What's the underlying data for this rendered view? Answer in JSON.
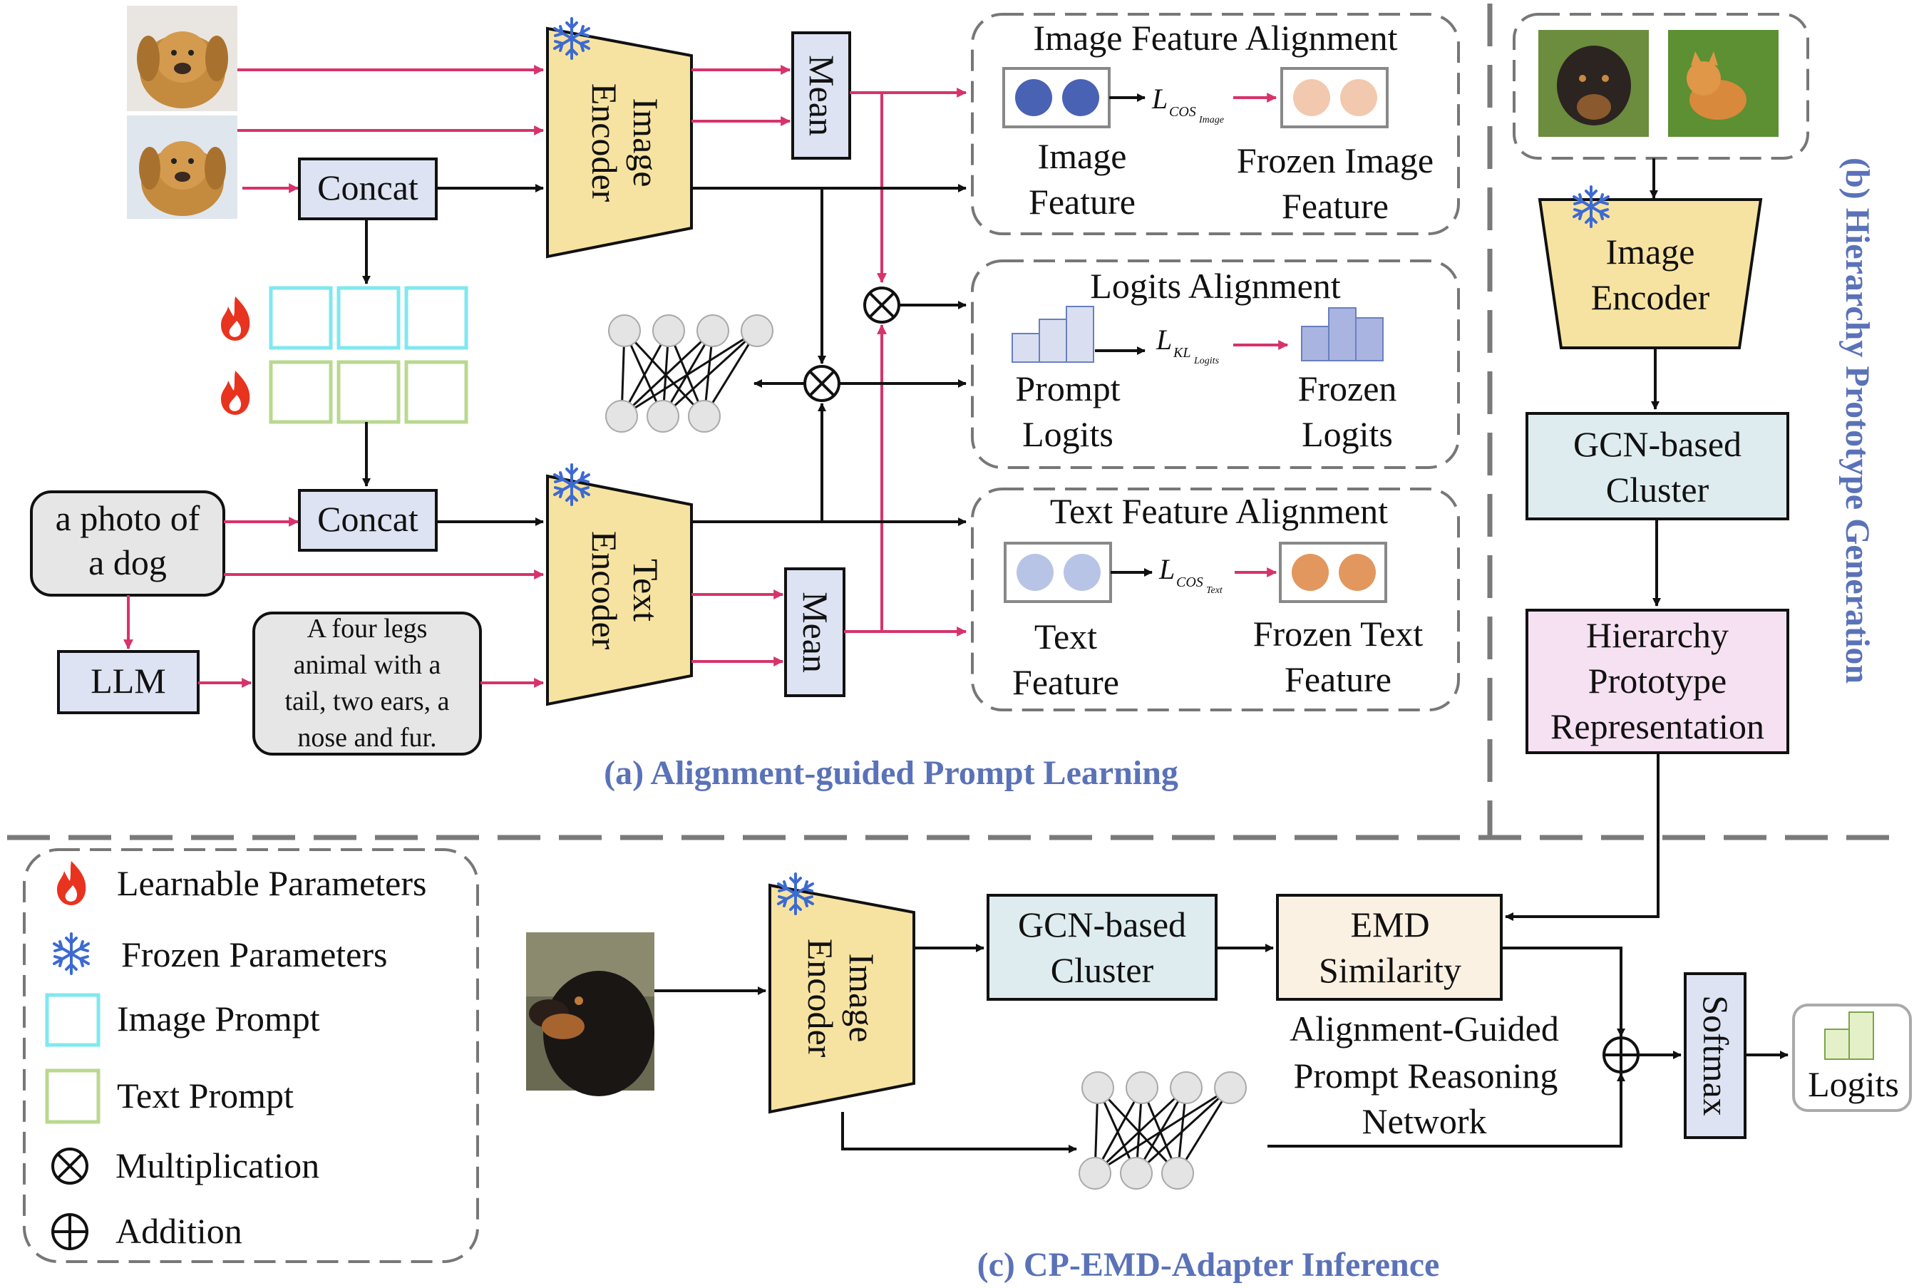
{
  "section_titles": {
    "a": "(a) Alignment-guided Prompt Learning",
    "b": "(b) Hierarchy Prototype Generation",
    "c": "(c) CP-EMD-Adapter Inference"
  },
  "blocks": {
    "concat_image": "Concat",
    "concat_text": "Concat",
    "image_encoder": [
      "Image",
      "Encoder"
    ],
    "text_encoder": [
      "Text",
      "Encoder"
    ],
    "mean": "Mean",
    "llm": "LLM",
    "text_prompt_input": [
      "a photo of",
      "a dog"
    ],
    "llm_description": [
      "A four legs",
      "animal with a",
      "tail, two ears, a",
      "nose and fur."
    ],
    "gcn_cluster": [
      "GCN-based",
      "Cluster"
    ],
    "hierarchy_repr": [
      "Hierarchy",
      "Prototype",
      "Representation"
    ],
    "emd_similarity": [
      "EMD",
      "Similarity"
    ],
    "softmax": "Softmax",
    "logits_out": "Logits",
    "reasoning_network": [
      "Alignment-Guided",
      "Prompt Reasoning",
      "Network"
    ]
  },
  "alignment": {
    "image": {
      "title": "Image Feature Alignment",
      "left": [
        "Image",
        "Feature"
      ],
      "right": [
        "Frozen Image",
        "Feature"
      ],
      "loss": "L",
      "loss_sub": "COS",
      "loss_subsub": "Image"
    },
    "logits": {
      "title": "Logits Alignment",
      "left": [
        "Prompt",
        "Logits"
      ],
      "right": [
        "Frozen",
        "Logits"
      ],
      "loss": "L",
      "loss_sub": "KL",
      "loss_subsub": "Logits"
    },
    "text": {
      "title": "Text Feature Alignment",
      "left": [
        "Text",
        "Feature"
      ],
      "right": [
        "Frozen Text",
        "Feature"
      ],
      "loss": "L",
      "loss_sub": "COS",
      "loss_subsub": "Text"
    }
  },
  "legend": [
    {
      "icon": "flame-icon",
      "label": "Learnable Parameters"
    },
    {
      "icon": "snowflake-icon",
      "label": "Frozen Parameters"
    },
    {
      "icon": "image-prompt-square",
      "label": "Image Prompt"
    },
    {
      "icon": "text-prompt-square",
      "label": "Text Prompt"
    },
    {
      "icon": "multiplication-icon",
      "label": "Multiplication"
    },
    {
      "icon": "addition-icon",
      "label": "Addition"
    }
  ],
  "colors": {
    "arrow_pink": "#d6336c",
    "encoder_fill": "#f7e3a1",
    "block_blue": "#dde3f2",
    "block_teal": "#deecef",
    "block_pink": "#f6e1f2",
    "block_cream": "#fbf1e2",
    "image_prompt": "#7fe8ee",
    "text_prompt": "#b9d98f",
    "title_blue": "#5a72b8",
    "feature_dark": "#4a62b4",
    "feature_light": "#b8c4e6",
    "frozen_light": "#f2c9ae",
    "frozen_orange": "#e2975f"
  }
}
